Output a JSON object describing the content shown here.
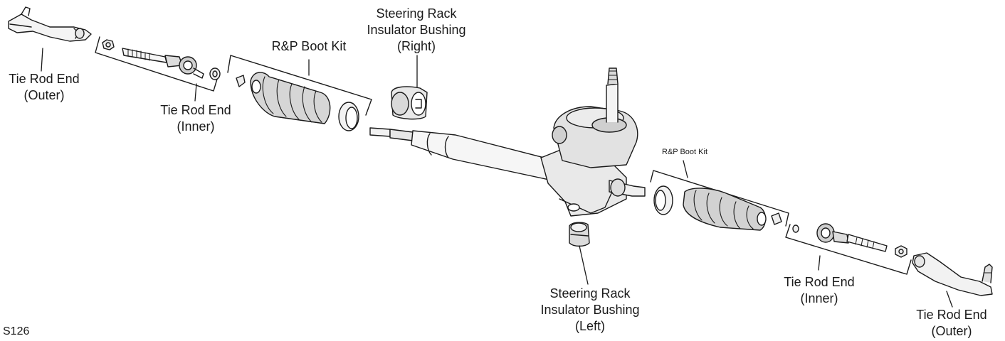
{
  "figure_id": "S126",
  "labels": {
    "tre_outer_left": [
      "Tie Rod End",
      "(Outer)"
    ],
    "tre_inner_left": [
      "Tie Rod End",
      "(Inner)"
    ],
    "boot_kit_left": [
      "R&P Boot Kit"
    ],
    "bushing_right": [
      "Steering Rack",
      "Insulator Bushing",
      "(Right)"
    ],
    "boot_kit_right": [
      "R&P Boot Kit"
    ],
    "bushing_left": [
      "Steering Rack",
      "Insulator Bushing",
      "(Left)"
    ],
    "tre_inner_right": [
      "Tie Rod End",
      "(Inner)"
    ],
    "tre_outer_right": [
      "Tie Rod End",
      "(Outer)"
    ]
  }
}
